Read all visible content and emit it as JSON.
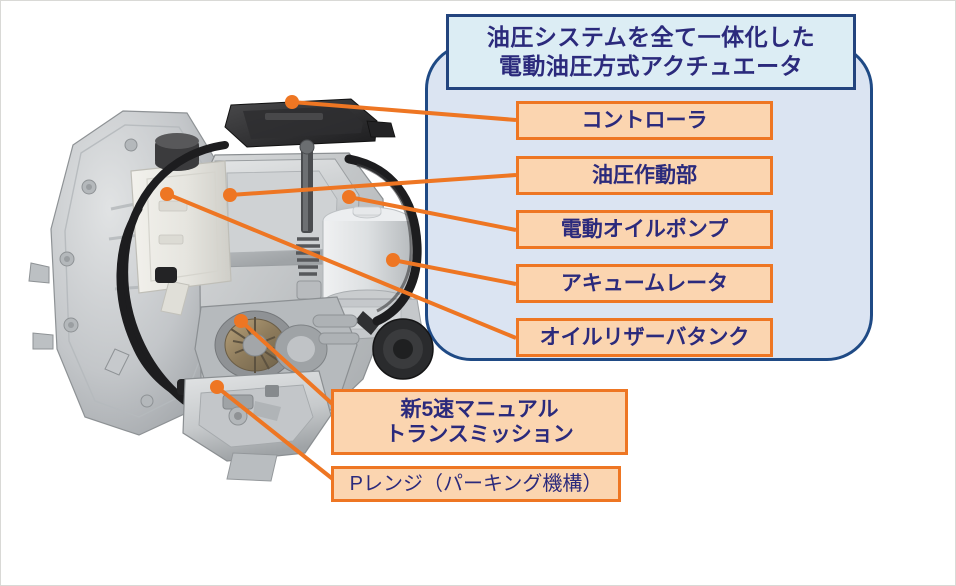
{
  "header": {
    "line1": "油圧システムを全て一体化した",
    "line2": "電動油圧方式アクチュエータ"
  },
  "labels": [
    {
      "id": "controller",
      "text": "コントローラ"
    },
    {
      "id": "hydraulic-unit",
      "text": "油圧作動部"
    },
    {
      "id": "electric-pump",
      "text": "電動オイルポンプ"
    },
    {
      "id": "accumulator",
      "text": "アキュームレータ"
    },
    {
      "id": "oil-reservoir",
      "text": "オイルリザーバタンク"
    }
  ],
  "bottom_labels": {
    "transmission": {
      "line1": "新5速マニュアル",
      "line2": "トランスミッション"
    },
    "p_range": "Pレンジ（パーキング機構）"
  },
  "colors": {
    "label_fill": "#FBD5B0",
    "label_border": "#EE7623",
    "text_navy": "#2B2A7C",
    "panel_fill": "#DBE4F2",
    "panel_border": "#1F4A85",
    "header_fill": "#DCEDF4",
    "leader_line": "#EE7623",
    "background": "#FFFFFF"
  },
  "diagram": {
    "subject": "automotive-transmission-cutaway",
    "leader_count": 7
  }
}
